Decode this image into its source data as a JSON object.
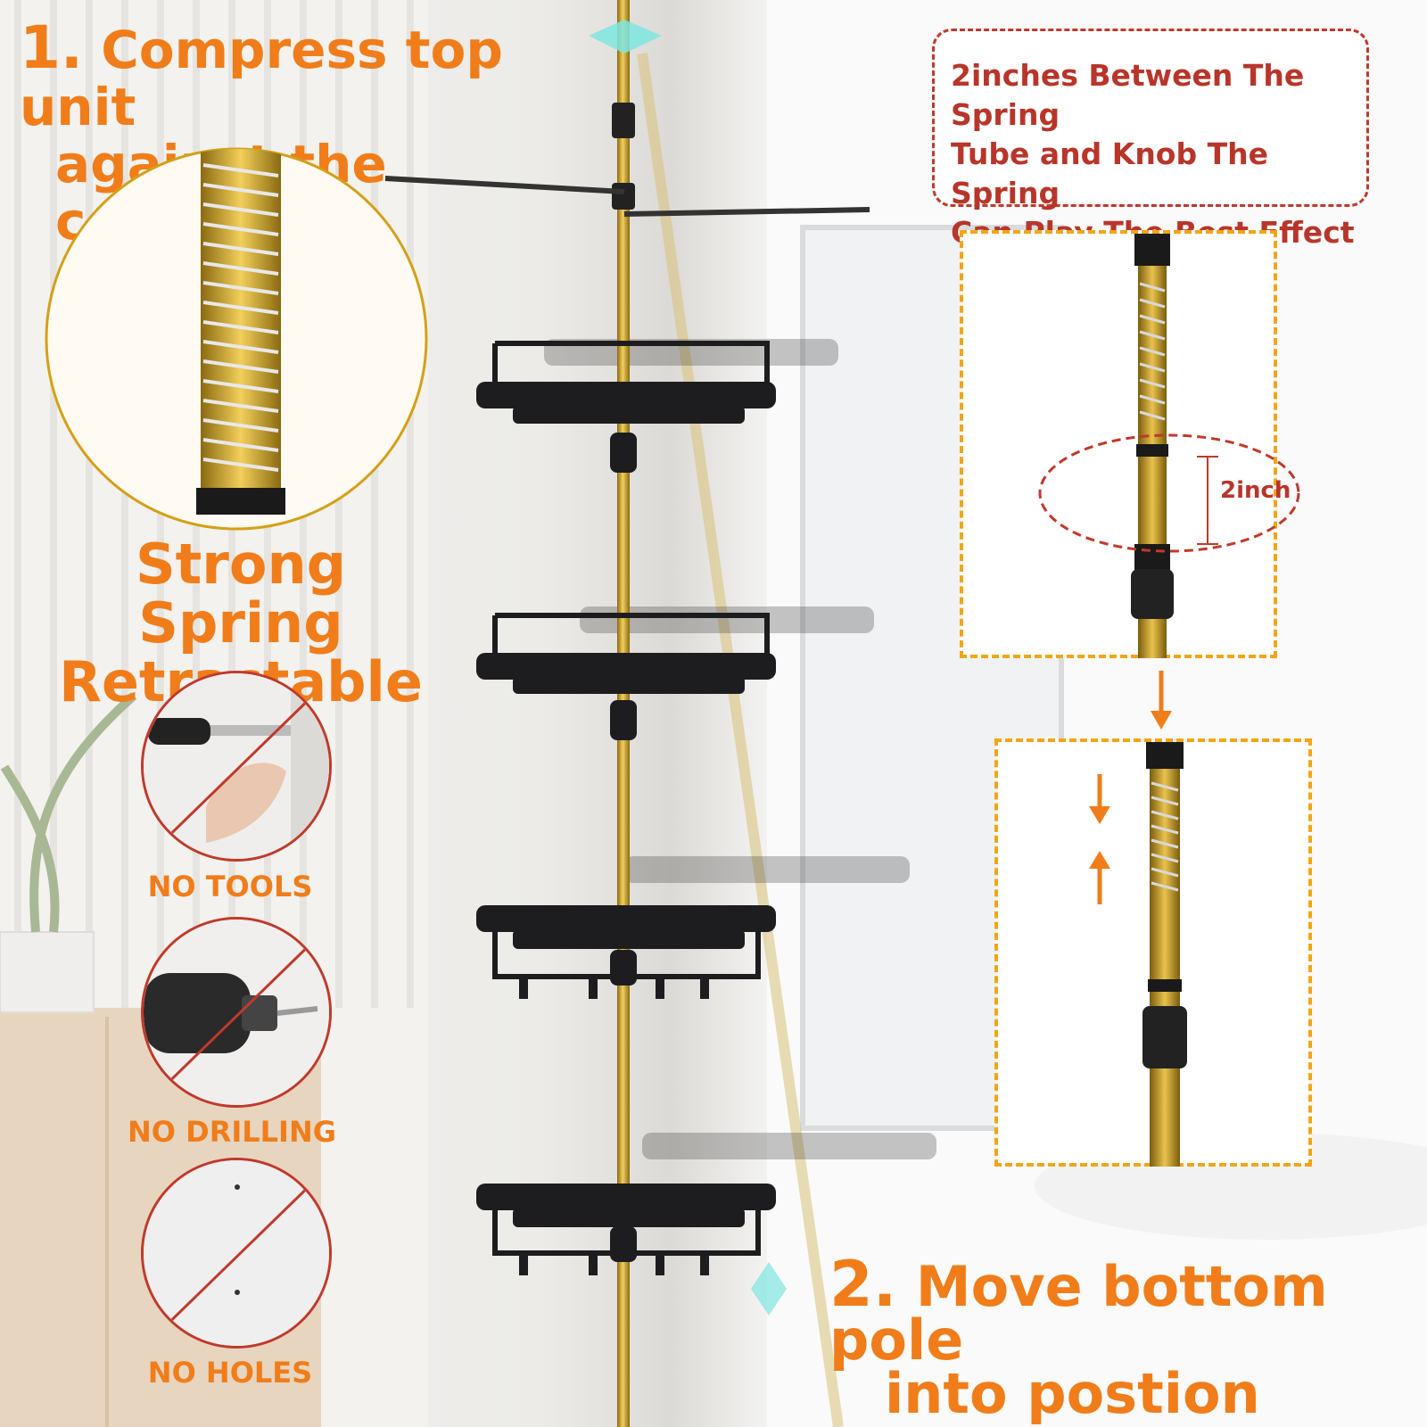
{
  "step1": {
    "number": "1.",
    "text_line1": "Compress top unit",
    "text_line2": "against the ceiling"
  },
  "feature": {
    "line1": "Strong Spring",
    "line2": "Retractable"
  },
  "callout": {
    "line1": "2inches Between The Spring",
    "line2": "Tube and Knob The Spring",
    "line3": "Can Play The Best Effect"
  },
  "dimension_label": "2inch",
  "badges": [
    {
      "label": "NO TOOLS",
      "icon": "screwdriver-icon"
    },
    {
      "label": "NO DRILLING",
      "icon": "drill-icon"
    },
    {
      "label": "NO HOLES",
      "icon": "wall-holes-icon"
    }
  ],
  "step2": {
    "number": "2.",
    "text_line1": "Move bottom pole",
    "text_line2": "into postion"
  },
  "colors": {
    "accent": "#f07d1a",
    "red": "#c0392b",
    "gold": "#d4a017",
    "box_dash": "#f2a516"
  }
}
